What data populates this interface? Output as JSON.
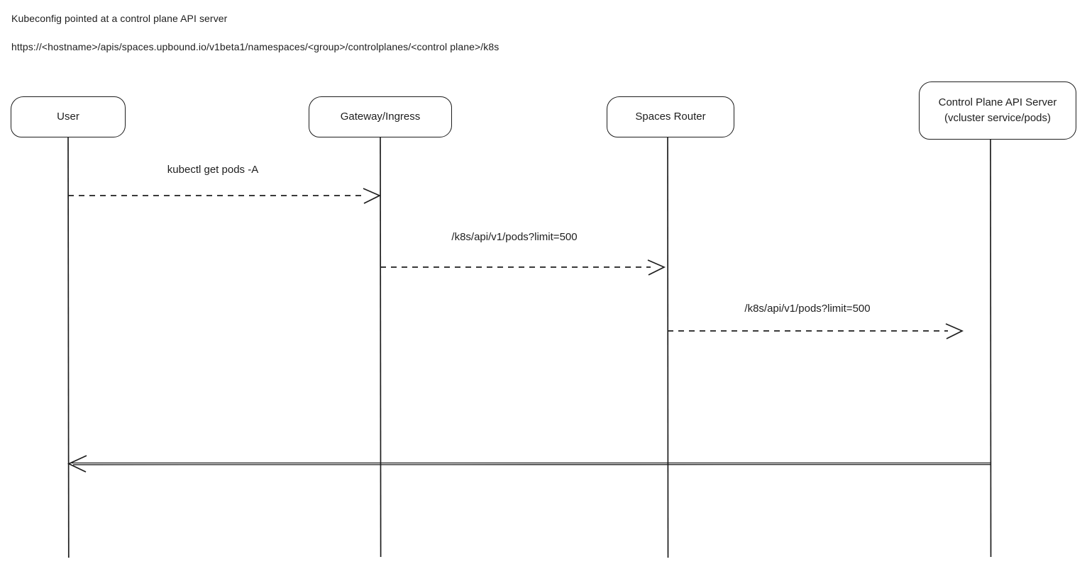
{
  "header": {
    "title": "Kubeconfig pointed at a control plane API server",
    "url": "https://<hostname>/apis/spaces.upbound.io/v1beta1/namespaces/<group>/controlplanes/<control plane>/k8s"
  },
  "diagram": {
    "type": "sequence",
    "actors": [
      {
        "label": "User"
      },
      {
        "label": "Gateway/Ingress"
      },
      {
        "label": "Spaces Router"
      },
      {
        "label": "Control Plane API Server",
        "sublabel": "(vcluster service/pods)"
      }
    ],
    "messages": [
      {
        "label": "kubectl get pods -A",
        "from": "User",
        "to": "Gateway/Ingress",
        "line": "dashed",
        "direction": "right"
      },
      {
        "label": "/k8s/api/v1/pods?limit=500",
        "from": "Gateway/Ingress",
        "to": "Spaces Router",
        "line": "dashed",
        "direction": "right"
      },
      {
        "label": "/k8s/api/v1/pods?limit=500",
        "from": "Spaces Router",
        "to": "Control Plane API Server",
        "line": "dashed",
        "direction": "right"
      },
      {
        "label": "",
        "from": "Control Plane API Server",
        "to": "User",
        "line": "solid",
        "direction": "left"
      }
    ]
  },
  "colors": {
    "stroke": "#1e1e1e",
    "background": "#ffffff"
  }
}
